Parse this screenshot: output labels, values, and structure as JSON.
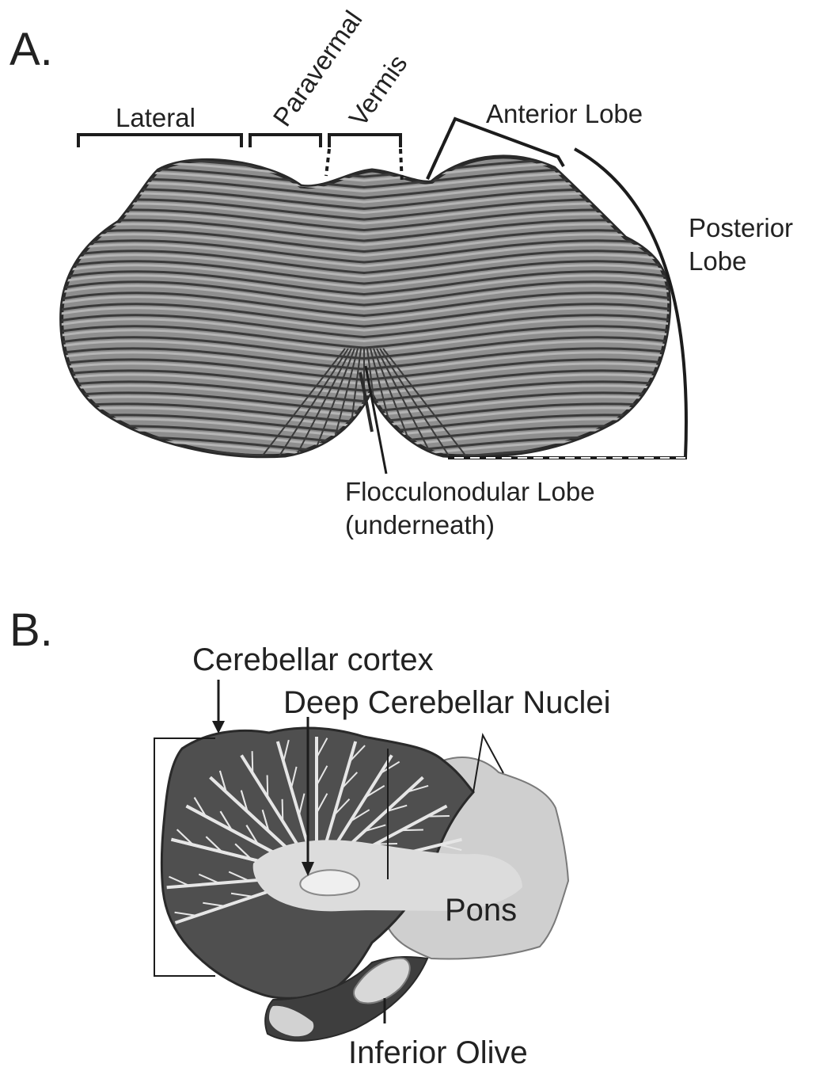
{
  "panel_a": {
    "letter": "A.",
    "labels": {
      "lateral": "Lateral",
      "paravermal": "Paravermal",
      "vermis": "Vermis",
      "anterior_lobe": "Anterior Lobe",
      "posterior_lobe_line1": "Posterior",
      "posterior_lobe_line2": "Lobe",
      "flocculonodular_line1": "Flocculonodular Lobe",
      "flocculonodular_line2": "(underneath)"
    }
  },
  "panel_b": {
    "letter": "B.",
    "labels": {
      "cerebellar_cortex": "Cerebellar cortex",
      "deep_nuclei": "Deep Cerebellar Nuclei",
      "pons": "Pons",
      "inferior_olive": "Inferior Olive"
    }
  },
  "colors": {
    "ink": "#1c1c1c",
    "cerebellum_fill": "#8e8e8e",
    "folia_light": "#b4b4b4",
    "cortex_dark": "#4a4a4a",
    "white_matter": "#d6d6d6",
    "brainstem": "#c9c9c9"
  }
}
